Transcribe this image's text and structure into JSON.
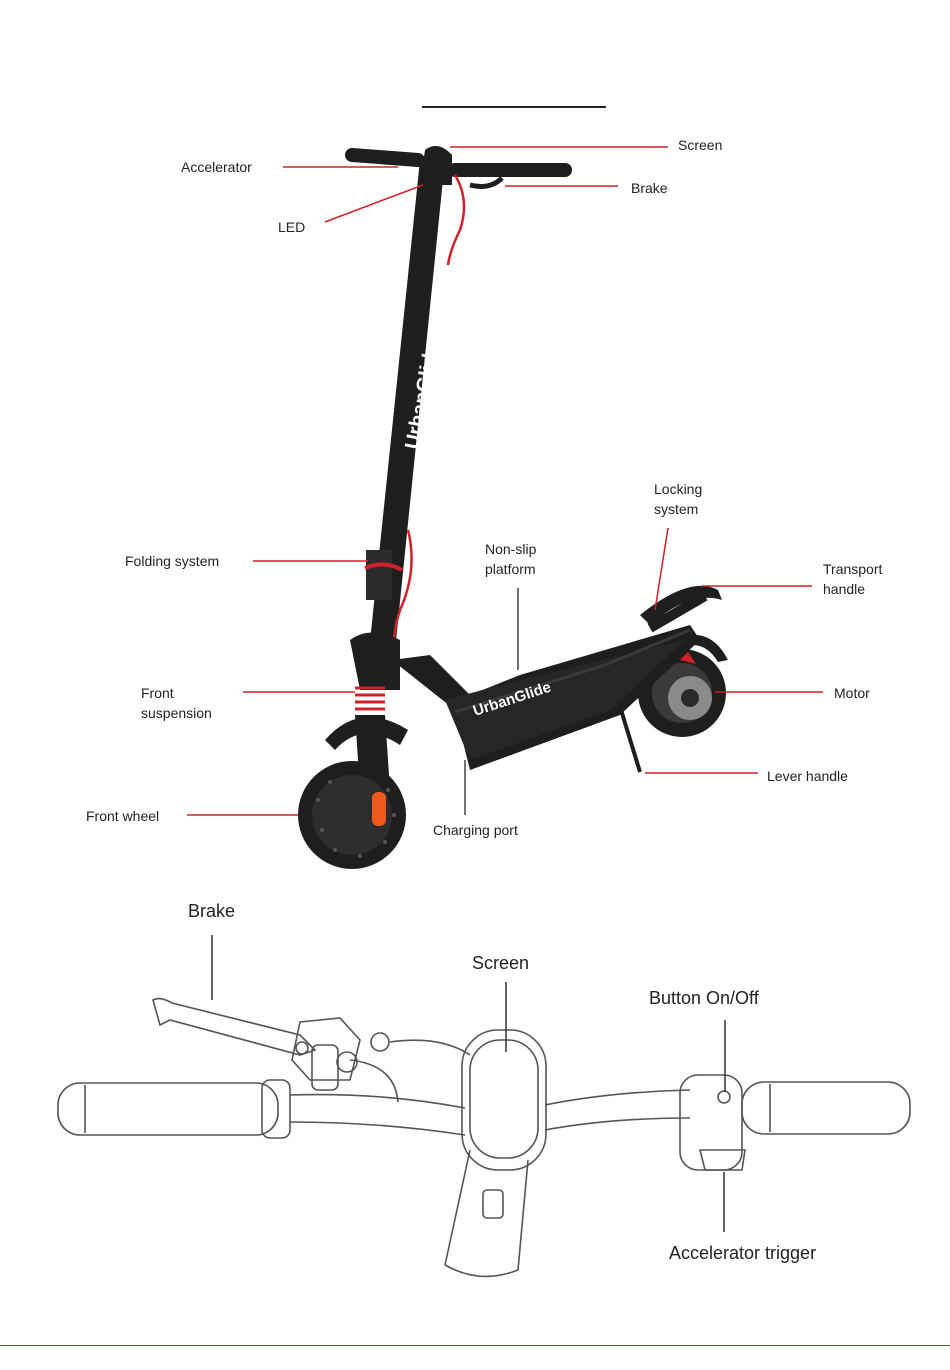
{
  "brand": "UrbanGlide",
  "colors": {
    "accent_red": "#d0202a",
    "scooter_black": "#1e1e1e",
    "line_gray": "#444444"
  },
  "scooter_labels": {
    "accelerator": "Accelerator",
    "screen": "Screen",
    "brake": "Brake",
    "led": "LED",
    "locking_line1": "Locking",
    "locking_line2": "system",
    "folding_system": "Folding system",
    "nonslip_line1": "Non-slip",
    "nonslip_line2": "platform",
    "transport_line1": "Transport",
    "transport_line2": "handle",
    "front_suspension_line1": "Front",
    "front_suspension_line2": "suspension",
    "motor": "Motor",
    "lever_handle": "Lever handle",
    "front_wheel": "Front wheel",
    "charging_port": "Charging port"
  },
  "handlebar_labels": {
    "brake": "Brake",
    "screen": "Screen",
    "button_on_off": "Button On/Off",
    "accelerator_trigger": "Accelerator trigger"
  }
}
